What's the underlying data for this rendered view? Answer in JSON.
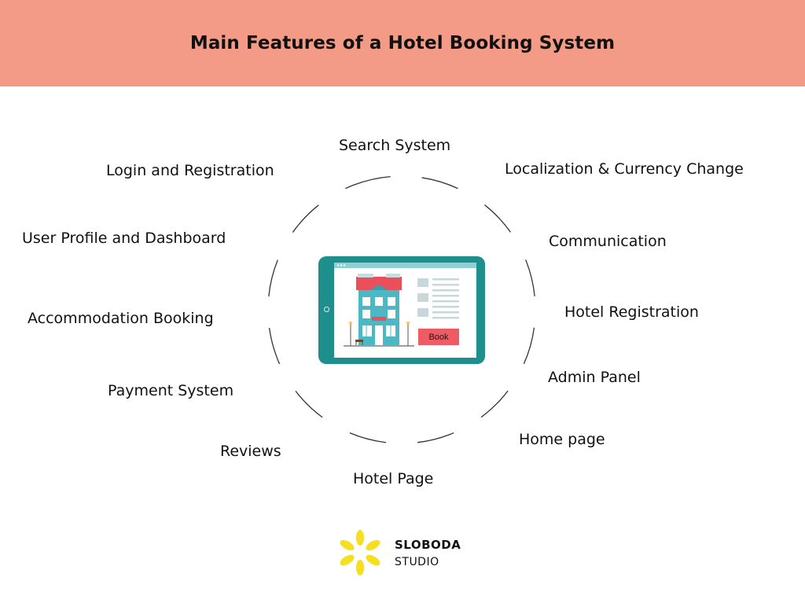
{
  "title": "Main Features of a Hotel Booking System",
  "features": {
    "search_system": "Search System",
    "login_registration": "Login and Registration",
    "localization_currency": "Localization & Currency Change",
    "user_profile_dashboard": "User Profile and Dashboard",
    "communication": "Communication",
    "accommodation_booking": "Accommodation Booking",
    "hotel_registration": "Hotel Registration",
    "admin_panel": "Admin Panel",
    "payment_system": "Payment System",
    "home_page": "Home page",
    "reviews": "Reviews",
    "hotel_page": "Hotel Page"
  },
  "tablet": {
    "book_label": "Book"
  },
  "logo": {
    "brand": "SLOBODA",
    "sub": "STUDIO"
  },
  "colors": {
    "header_bg": "#f39b86",
    "tablet_frame": "#1f8f8e",
    "book_button": "#ef5b63",
    "logo_petals": "#f5df1e",
    "ring_stroke": "#333333"
  }
}
